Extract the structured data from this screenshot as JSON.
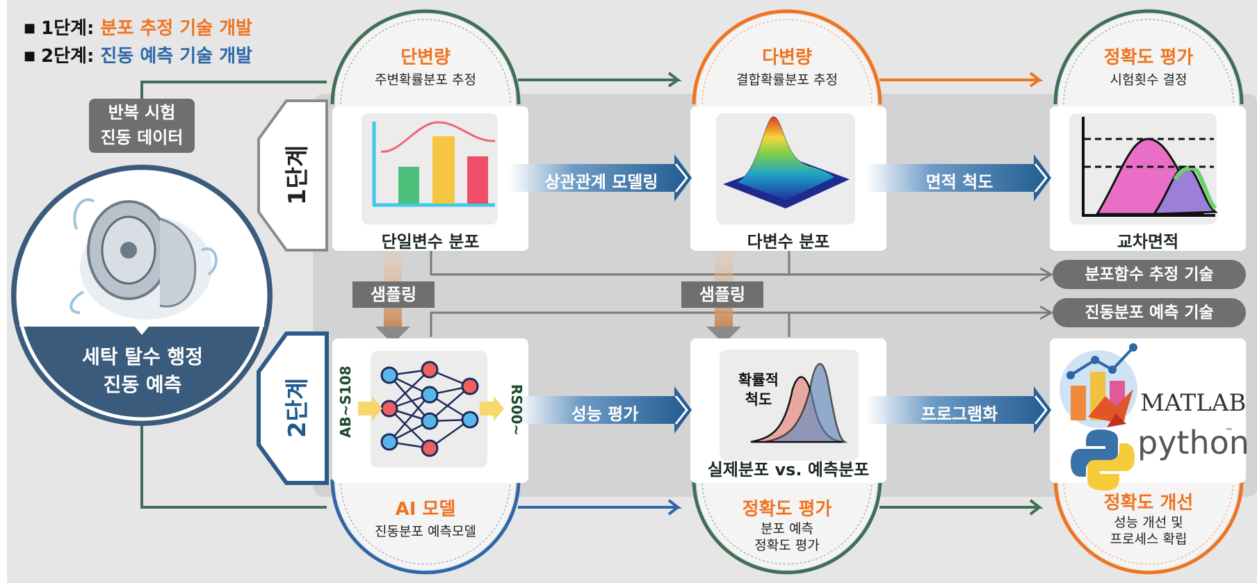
{
  "legend": {
    "item1_prefix": "1단계:",
    "item1_text": "분포 추정 기술 개발",
    "item2_prefix": "2단계:",
    "item2_text": "진동 예측 기술 개발"
  },
  "input": {
    "badge": [
      "반복 시험",
      "진동 데이터"
    ],
    "circle_caption": [
      "세탁 탈수 행정",
      "진동 예측"
    ]
  },
  "stages": {
    "stage1": "1단계",
    "stage2": "2단계"
  },
  "top_arches": [
    {
      "title": "단변량",
      "subtitle": "주변확률분포 추정"
    },
    {
      "title": "다변량",
      "subtitle": "결합확률분포 추정"
    },
    {
      "title": "정확도 평가",
      "subtitle": "시험횟수 결정"
    }
  ],
  "bottom_arches": [
    {
      "title": "AI 모델",
      "subtitle": [
        "진동분포 예측모델"
      ]
    },
    {
      "title": "정확도 평가",
      "subtitle": [
        "분포 예측",
        "정확도 평가"
      ]
    },
    {
      "title": "정확도 개선",
      "subtitle": [
        "성능 개선 및",
        "프로세스 확립"
      ]
    }
  ],
  "cards_top": [
    "단일변수 분포",
    "다변수 분포",
    "교차면적"
  ],
  "cards_bottom": {
    "ai_left": "AB~S108",
    "ai_right": "RS00~",
    "dist_label": "실제분포 vs. 예측분포",
    "dist_inner": [
      "확률적",
      "척도"
    ],
    "tools": [
      "MATLAB",
      "python",
      "™"
    ]
  },
  "arrows": [
    "상관관계 모델링",
    "면적 척도",
    "성능 평가",
    "프로그램화"
  ],
  "sampling": [
    "샘플링",
    "샘플링"
  ],
  "outputs": [
    "분포함수 추정 기술",
    "진동분포 예측 기술"
  ],
  "colors": {
    "orange": "#f07320",
    "blue": "#2e66a8",
    "green": "#3f6f55",
    "navy": "#3b5b7c",
    "arrow": "#1f5a8f"
  }
}
